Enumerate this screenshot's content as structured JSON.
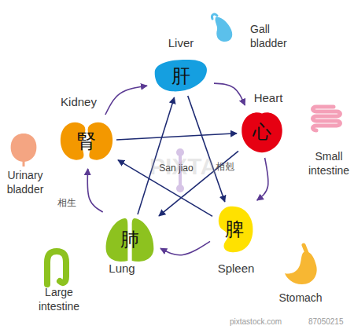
{
  "diagram": {
    "nodes": [
      {
        "text": [
          "Liver",
          "肝"
        ]
      },
      {
        "text": [
          "Heart",
          "心"
        ]
      },
      {
        "text": [
          "Spleen",
          "脾"
        ]
      },
      {
        "text": [
          "Lung",
          "肺"
        ]
      },
      {
        "text": [
          "Kidney",
          "腎"
        ]
      }
    ],
    "edges": [
      {
        "from": 0,
        "to": 1,
        "arrow": "to"
      },
      {
        "from": 1,
        "to": 2,
        "arrow": "to"
      },
      {
        "from": 2,
        "to": 3,
        "arrow": "to"
      },
      {
        "from": 3,
        "to": 4,
        "arrow": "to",
        "label": "相生"
      },
      {
        "from": 4,
        "to": 0,
        "arrow": "to"
      },
      {
        "from": 0,
        "to": 2,
        "arrow": "to",
        "label": "相剋"
      },
      {
        "from": 2,
        "to": 4,
        "arrow": "to"
      },
      {
        "from": 4,
        "to": 1,
        "arrow": "to"
      },
      {
        "from": 1,
        "to": 3,
        "arrow": "to"
      },
      {
        "from": 3,
        "to": 0,
        "arrow": "to"
      }
    ],
    "labels": [
      "Gall bladder",
      "Small intestine",
      "Stomach",
      "Large intestine",
      "Urinary bladder",
      "San jiao",
      "PIXTA",
      "pixtastock.com",
      "87050215"
    ]
  }
}
